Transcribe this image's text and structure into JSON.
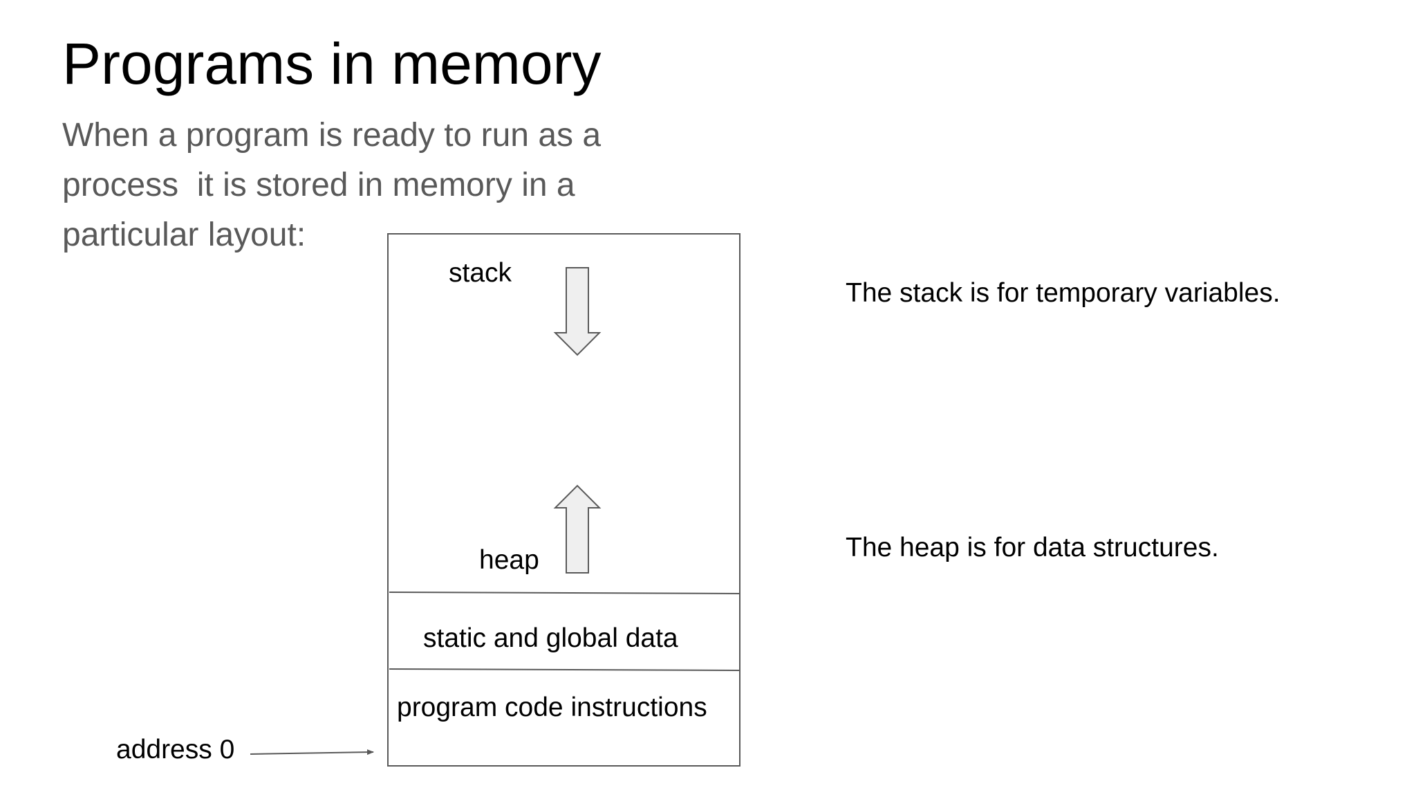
{
  "slide": {
    "title": "Programs in memory",
    "intro_lines": [
      "When a program is ready to run as a",
      "process  it is stored in memory in a",
      "particular layout:"
    ]
  },
  "memory_layout": {
    "regions": {
      "stack": "stack",
      "heap": "heap",
      "static_data": "static and global data",
      "code": "program code instructions"
    },
    "address_label": "address 0"
  },
  "notes": {
    "stack_note": "The stack is for temporary variables.",
    "heap_note": "The heap is for data structures."
  },
  "colors": {
    "title": "#000000",
    "intro_text": "#595959",
    "box_border": "#595959",
    "arrow_fill": "#efefef",
    "arrow_stroke": "#595959"
  }
}
